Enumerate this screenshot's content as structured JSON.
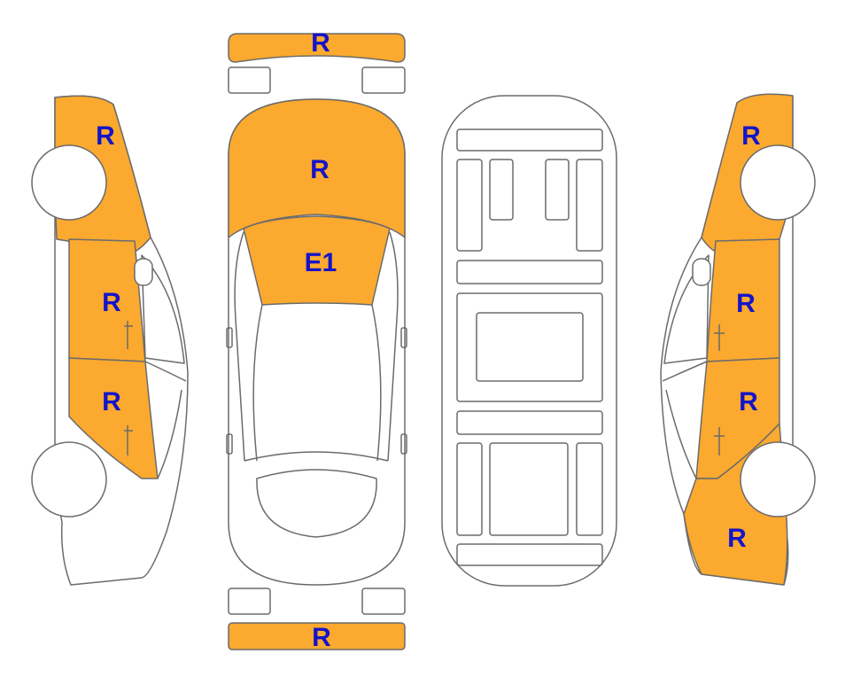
{
  "colors": {
    "damage_fill": "#FBA92F",
    "outline": "#6b6b6b",
    "label": "#1414C8",
    "panel_fill": "#ffffff"
  },
  "panels": {
    "front_bumper": "R",
    "hood": "R",
    "windshield": "E1",
    "rear_bumper": "R",
    "left_front_fender": "R",
    "left_front_door": "R",
    "left_rear_door": "R",
    "right_front_fender": "R",
    "right_front_door": "R",
    "right_rear_door": "R",
    "right_rear_quarter": "R"
  }
}
